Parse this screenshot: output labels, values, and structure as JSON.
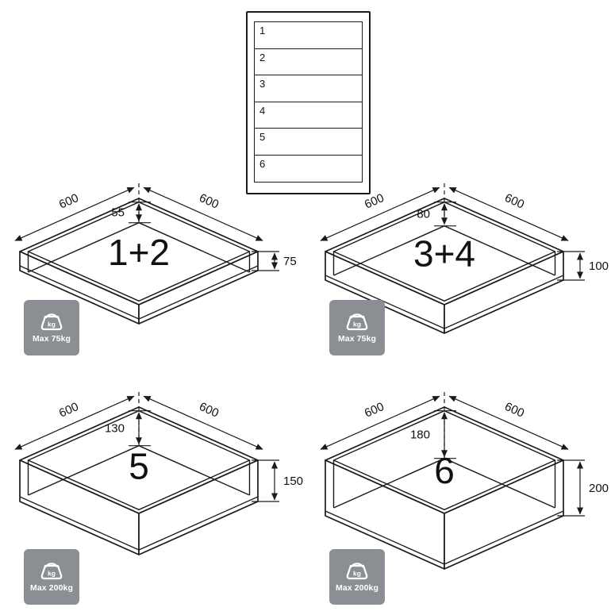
{
  "cabinet": {
    "slots": [
      {
        "label": "1"
      },
      {
        "label": "2"
      },
      {
        "label": "3"
      },
      {
        "label": "4"
      },
      {
        "label": "5"
      },
      {
        "label": "6"
      }
    ]
  },
  "drawers": [
    {
      "id": "1-2",
      "label": "1+2",
      "dim_left": "600",
      "dim_right": "600",
      "inner_depth": "55",
      "outer_height": "75",
      "weight_icon_label": "kg",
      "max_weight": "Max 75kg"
    },
    {
      "id": "3-4",
      "label": "3+4",
      "dim_left": "600",
      "dim_right": "600",
      "inner_depth": "80",
      "outer_height": "100",
      "weight_icon_label": "kg",
      "max_weight": "Max 75kg"
    },
    {
      "id": "5",
      "label": "5",
      "dim_left": "600",
      "dim_right": "600",
      "inner_depth": "130",
      "outer_height": "150",
      "weight_icon_label": "kg",
      "max_weight": "Max 200kg"
    },
    {
      "id": "6",
      "label": "6",
      "dim_left": "600",
      "dim_right": "600",
      "inner_depth": "180",
      "outer_height": "200",
      "weight_icon_label": "kg",
      "max_weight": "Max 200kg"
    }
  ],
  "colors": {
    "line": "#1a1a1a",
    "badge_bg": "#8b8f93",
    "badge_text": "#ffffff",
    "background": "#ffffff"
  }
}
